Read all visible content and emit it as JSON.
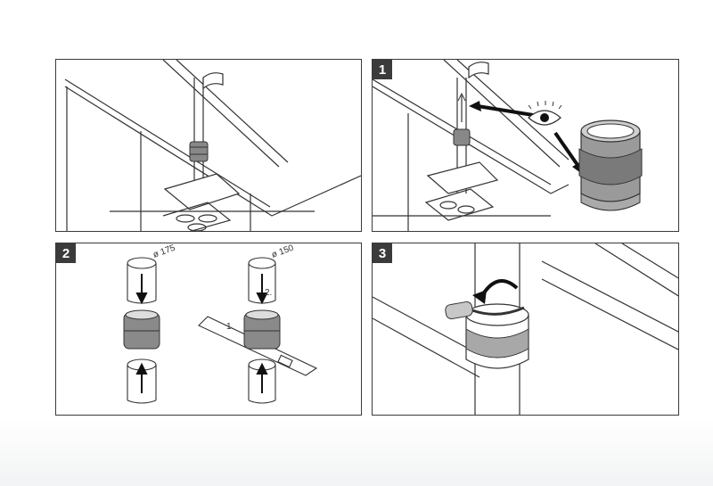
{
  "steps": [
    {
      "number": ""
    },
    {
      "number": "1"
    },
    {
      "number": "2"
    },
    {
      "number": "3"
    }
  ],
  "step2": {
    "diameter_left": "ø 175",
    "diameter_right": "ø 150",
    "sequence_1": "1.",
    "sequence_2": "2."
  },
  "colors": {
    "line": "#333333",
    "badge": "#3b3b3b",
    "fan_body": "#9a9a9a",
    "background": "#ffffff"
  }
}
